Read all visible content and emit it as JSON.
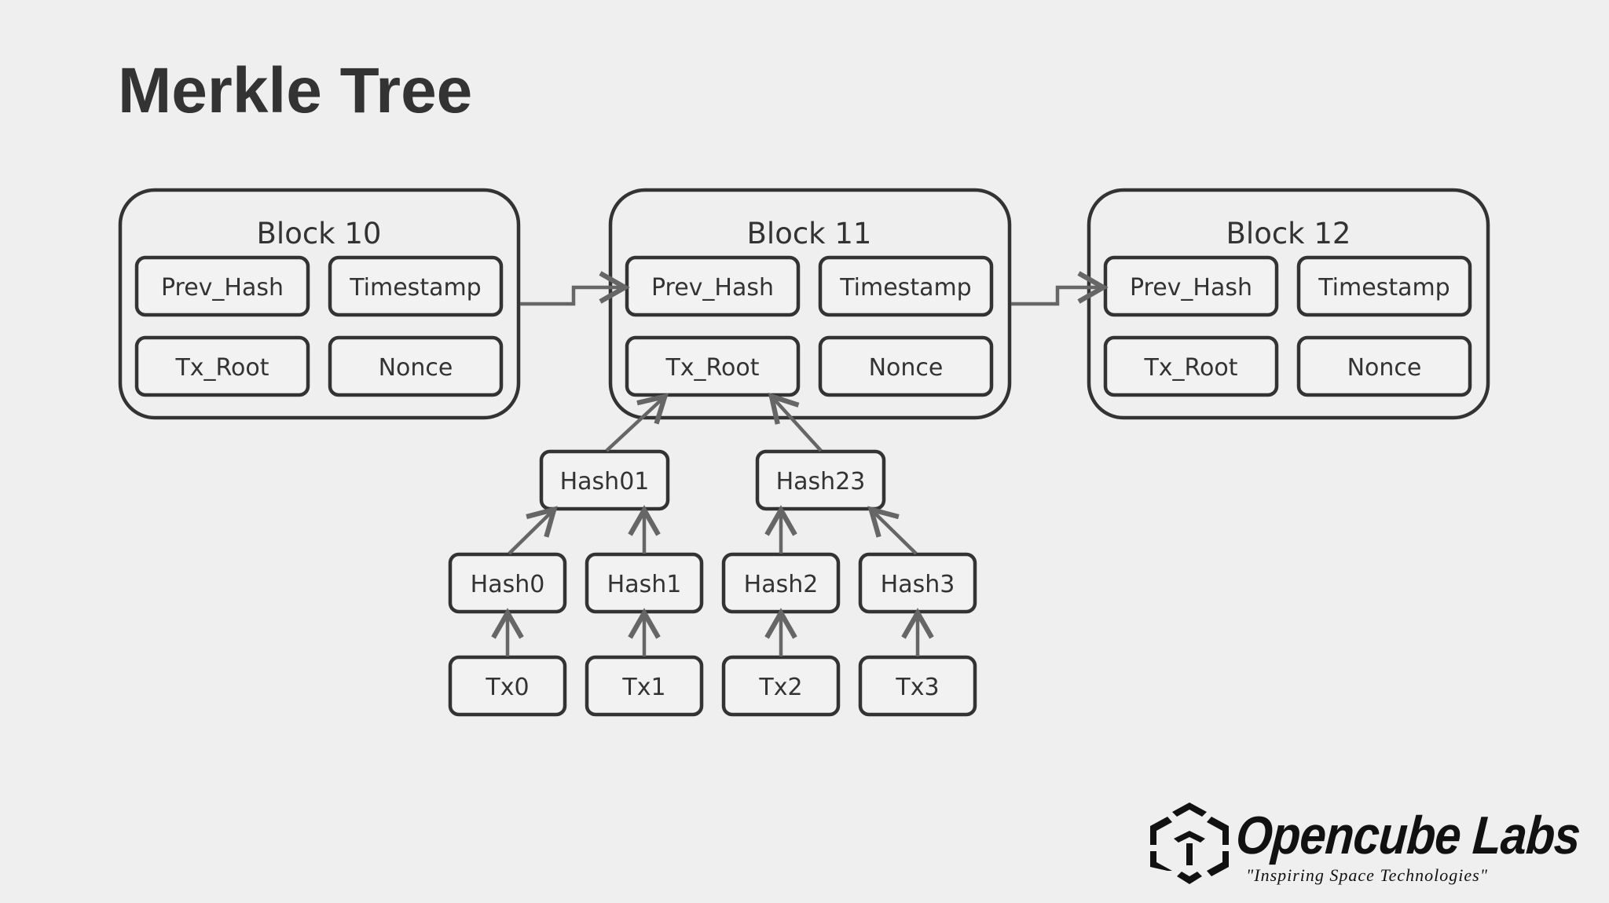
{
  "title": "Merkle Tree",
  "colors": {
    "background": "#efefef",
    "stroke": "#333333",
    "arrow": "#666666",
    "box_fill": "#f2f2f2",
    "text": "#333333"
  },
  "blocks": [
    {
      "name": "Block 10",
      "fields": {
        "prev_hash": "Prev_Hash",
        "timestamp": "Timestamp",
        "tx_root": "Tx_Root",
        "nonce": "Nonce"
      }
    },
    {
      "name": "Block 11",
      "fields": {
        "prev_hash": "Prev_Hash",
        "timestamp": "Timestamp",
        "tx_root": "Tx_Root",
        "nonce": "Nonce"
      }
    },
    {
      "name": "Block 12",
      "fields": {
        "prev_hash": "Prev_Hash",
        "timestamp": "Timestamp",
        "tx_root": "Tx_Root",
        "nonce": "Nonce"
      }
    }
  ],
  "tree": {
    "level2": [
      "Hash01",
      "Hash23"
    ],
    "level1": [
      "Hash0",
      "Hash1",
      "Hash2",
      "Hash3"
    ],
    "transactions": [
      "Tx0",
      "Tx1",
      "Tx2",
      "Tx3"
    ]
  },
  "logo": {
    "name": "Opencube Labs",
    "tagline": "\"Inspiring Space Technologies\"",
    "mark_icon": "hexagon-cube-icon"
  }
}
